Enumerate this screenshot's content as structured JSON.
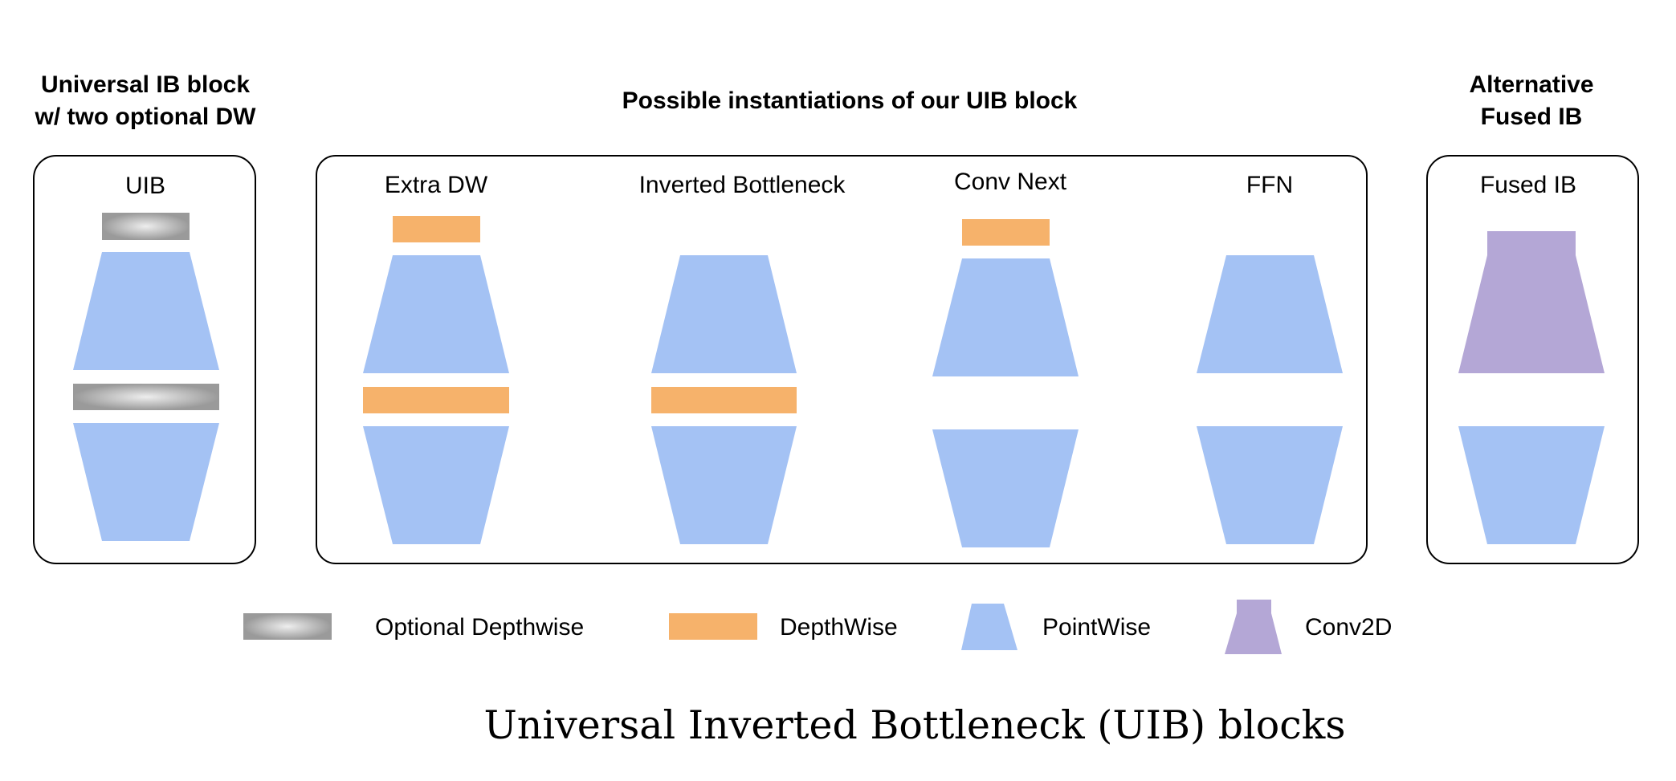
{
  "headings": {
    "left_line1": "Universal IB block",
    "left_line2": "w/ two optional DW",
    "middle": "Possible instantiations of our UIB block",
    "right_line1": "Alternative",
    "right_line2": "Fused IB"
  },
  "blocks": {
    "uib": "UIB",
    "extra_dw": "Extra DW",
    "inverted_bottleneck": "Inverted Bottleneck",
    "conv_next": "Conv Next",
    "ffn": "FFN",
    "fused_ib": "Fused IB"
  },
  "legend": {
    "optional_depthwise": "Optional Depthwise",
    "depthwise": "DepthWise",
    "pointwise": "PointWise",
    "conv2d": "Conv2D"
  },
  "caption": "Universal Inverted Bottleneck (UIB) blocks",
  "colors": {
    "depthwise": "#f6b26b",
    "pointwise": "#a4c2f4",
    "conv2d": "#b4a7d6",
    "optional_depthwise_edge": "#999999",
    "optional_depthwise_center": "#e8e8e8"
  }
}
